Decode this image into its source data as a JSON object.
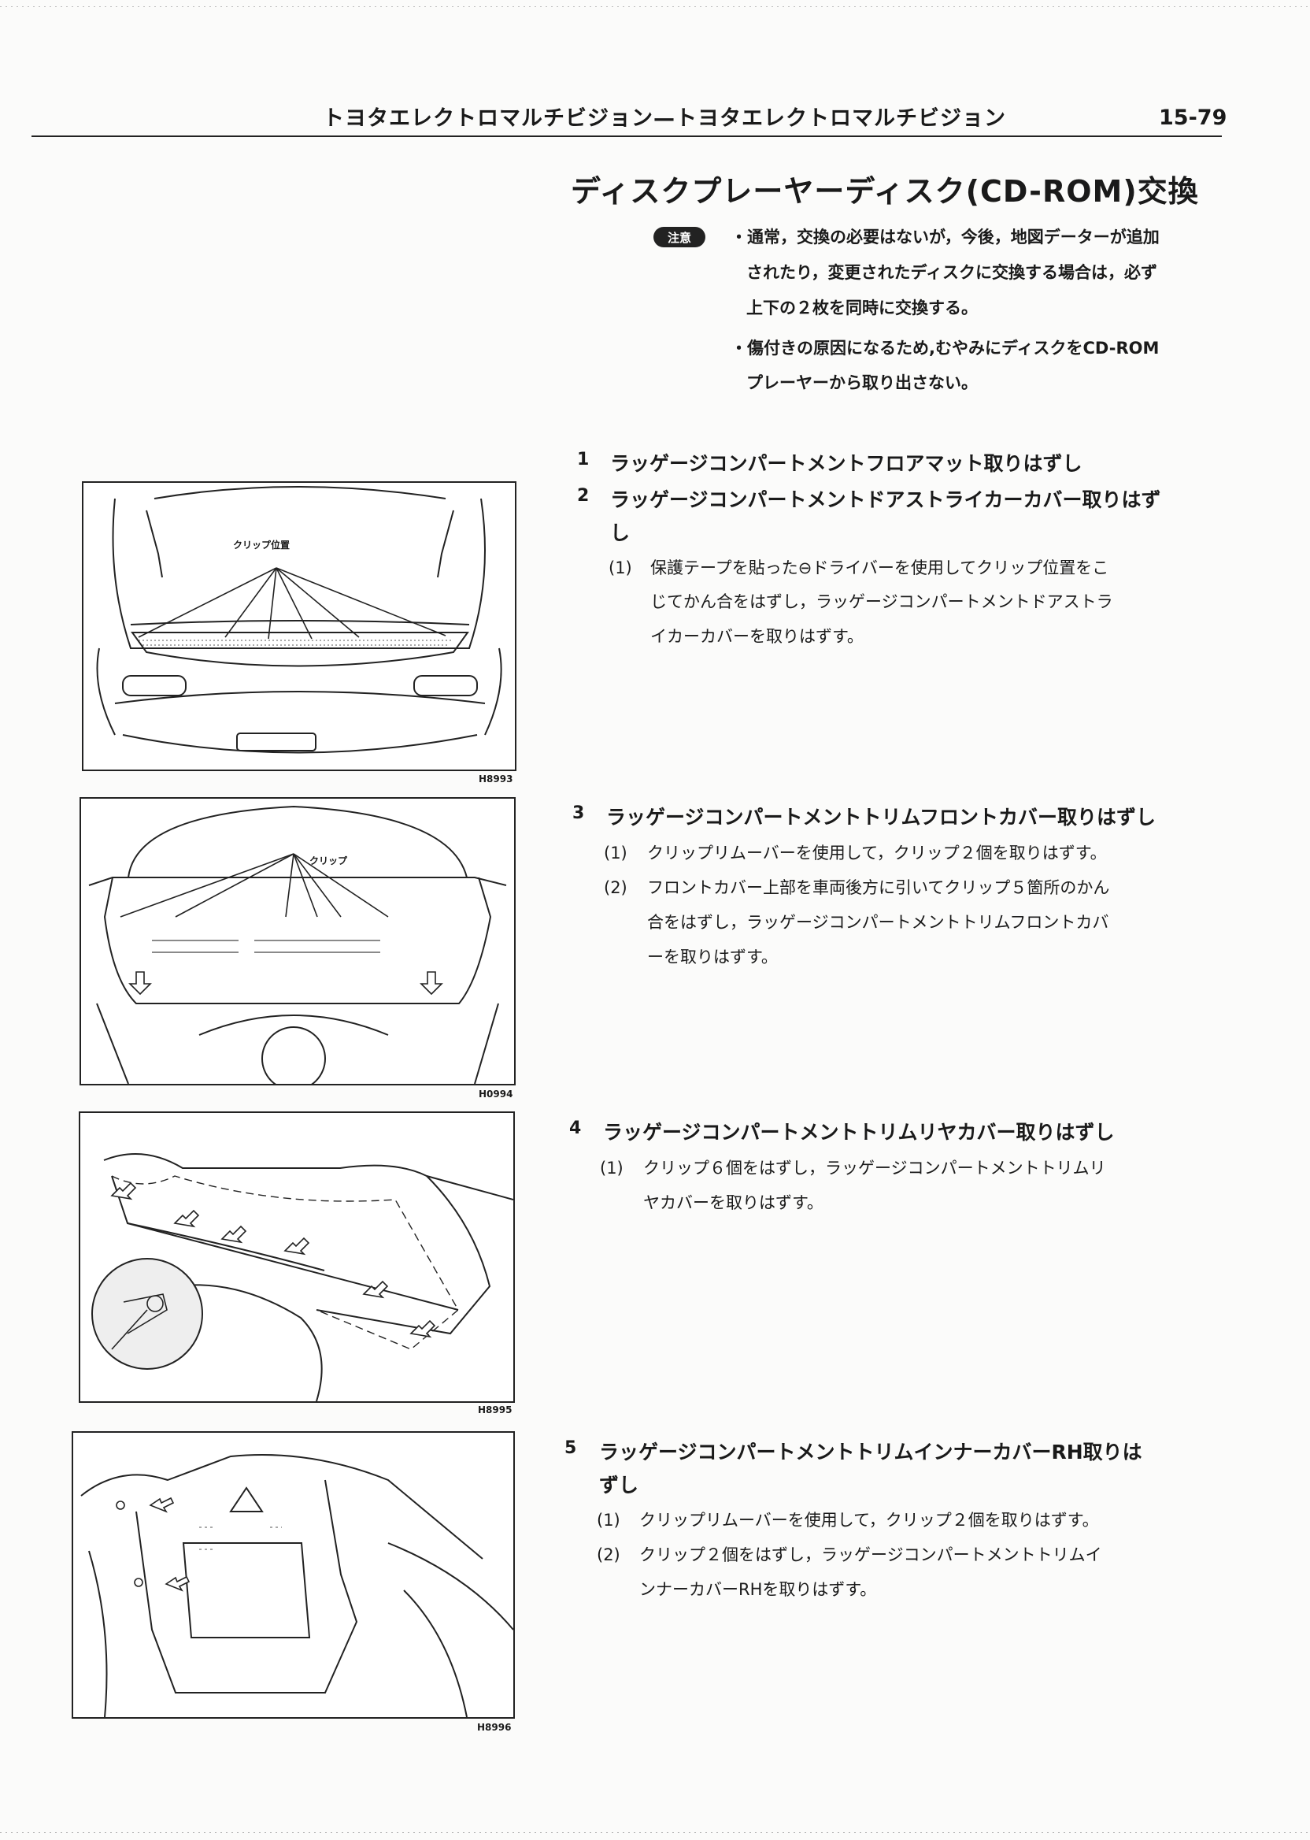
{
  "header": {
    "title": "トヨタエレクトロマルチビジョン—トヨタエレクトロマルチビジョン",
    "page": "15-79"
  },
  "section": {
    "title": "ディスクプレーヤーディスク(CD-ROM)交換",
    "badge": "注意",
    "notes": [
      "・通常，交換の必要はないが，今後，地図データーが追加",
      "されたり，変更されたディスクに交換する場合は，必ず",
      "上下の２枚を同時に交換する。",
      "・傷付きの原因になるため,むやみにディスクをCD-ROM",
      "プレーヤーから取り出さない。"
    ]
  },
  "steps": [
    {
      "num": "1",
      "lines": [
        "ラッゲージコンパートメントフロアマット取りはずし"
      ],
      "subs": []
    },
    {
      "num": "2",
      "lines": [
        "ラッゲージコンパートメントドアストライカーカバー取りはず",
        "し"
      ],
      "subs": [
        {
          "num": "(1)",
          "lines": [
            "保護テープを貼った⊖ドライバーを使用してクリップ位置をこ",
            "じてかん合をはずし，ラッゲージコンパートメントドアストラ",
            "イカーカバーを取りはずす。"
          ]
        }
      ]
    },
    {
      "num": "3",
      "lines": [
        "ラッゲージコンパートメントトリムフロントカバー取りはずし"
      ],
      "subs": [
        {
          "num": "(1)",
          "lines": [
            "クリップリムーバーを使用して，クリップ２個を取りはずす。"
          ]
        },
        {
          "num": "(2)",
          "lines": [
            "フロントカバー上部を車両後方に引いてクリップ５箇所のかん",
            "合をはずし，ラッゲージコンパートメントトリムフロントカバ",
            "ーを取りはずす。"
          ]
        }
      ]
    },
    {
      "num": "4",
      "lines": [
        "ラッゲージコンパートメントトリムリヤカバー取りはずし"
      ],
      "subs": [
        {
          "num": "(1)",
          "lines": [
            "クリップ６個をはずし，ラッゲージコンパートメントトリムリ",
            "ヤカバーを取りはずす。"
          ]
        }
      ]
    },
    {
      "num": "5",
      "lines": [
        "ラッゲージコンパートメントトリムインナーカバーRH取りは",
        "ずし"
      ],
      "subs": [
        {
          "num": "(1)",
          "lines": [
            "クリップリムーバーを使用して，クリップ２個を取りはずす。"
          ]
        },
        {
          "num": "(2)",
          "lines": [
            "クリップ２個をはずし，ラッゲージコンパートメントトリムイ",
            "ンナーカバーRHを取りはずす。"
          ]
        }
      ]
    }
  ],
  "figures": [
    {
      "code": "H8993",
      "label": "クリップ位置"
    },
    {
      "code": "H0994",
      "label": "クリップ"
    },
    {
      "code": "H8995",
      "label": ""
    },
    {
      "code": "H8996",
      "label": ""
    }
  ]
}
